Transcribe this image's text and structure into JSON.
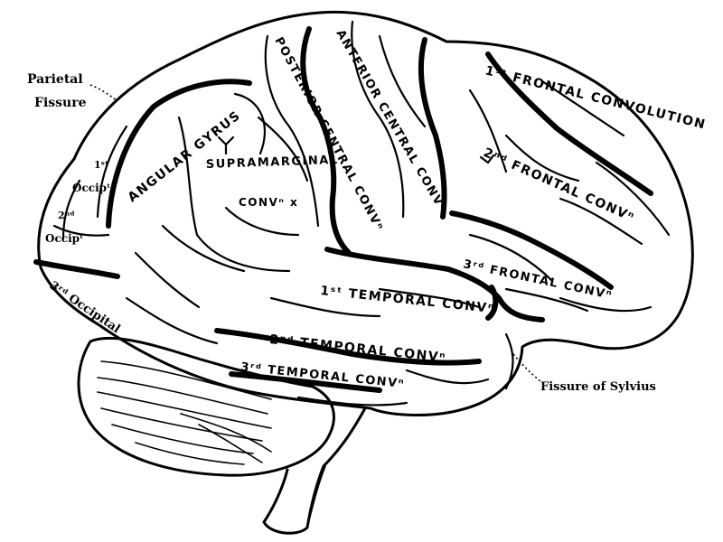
{
  "labels": {
    "parietal": "Parietal",
    "fissure": "Fissure",
    "fissure_of_sylvius": "Fissure of Sylvius",
    "angular_gyrus": "ANGULAR GYRUS",
    "supramarginal": "SUPRAMARGINAL",
    "supramarginal_conv": "CONVⁿ x",
    "posterior_central_conv": "POSTERIOR CENTRAL CONVⁿ",
    "anterior_central_conv": "ANTERIOR CENTRAL CONVⁿ",
    "first_frontal_convolution": "1ˢᵗ FRONTAL CONVOLUTION",
    "second_frontal_conv": "2ⁿᵈ FRONTAL CONVⁿ",
    "third_frontal_conv": "3ʳᵈ FRONTAL CONVⁿ",
    "first_temporal_conv": "1ˢᵗ TEMPORAL CONVⁿ",
    "second_temporal_conv": "2ⁿᵈ TEMPORAL CONVⁿ",
    "third_temporal_conv": "3ʳᵈ TEMPORAL CONVⁿ",
    "occip_1_num": "1ˢᵗ",
    "occip_1": "Occipᵗ",
    "occip_2_num": "2ⁿᵈ",
    "occip_2": "Occipᵗ",
    "third_occipital": "3ʳᵈ Occipital"
  }
}
